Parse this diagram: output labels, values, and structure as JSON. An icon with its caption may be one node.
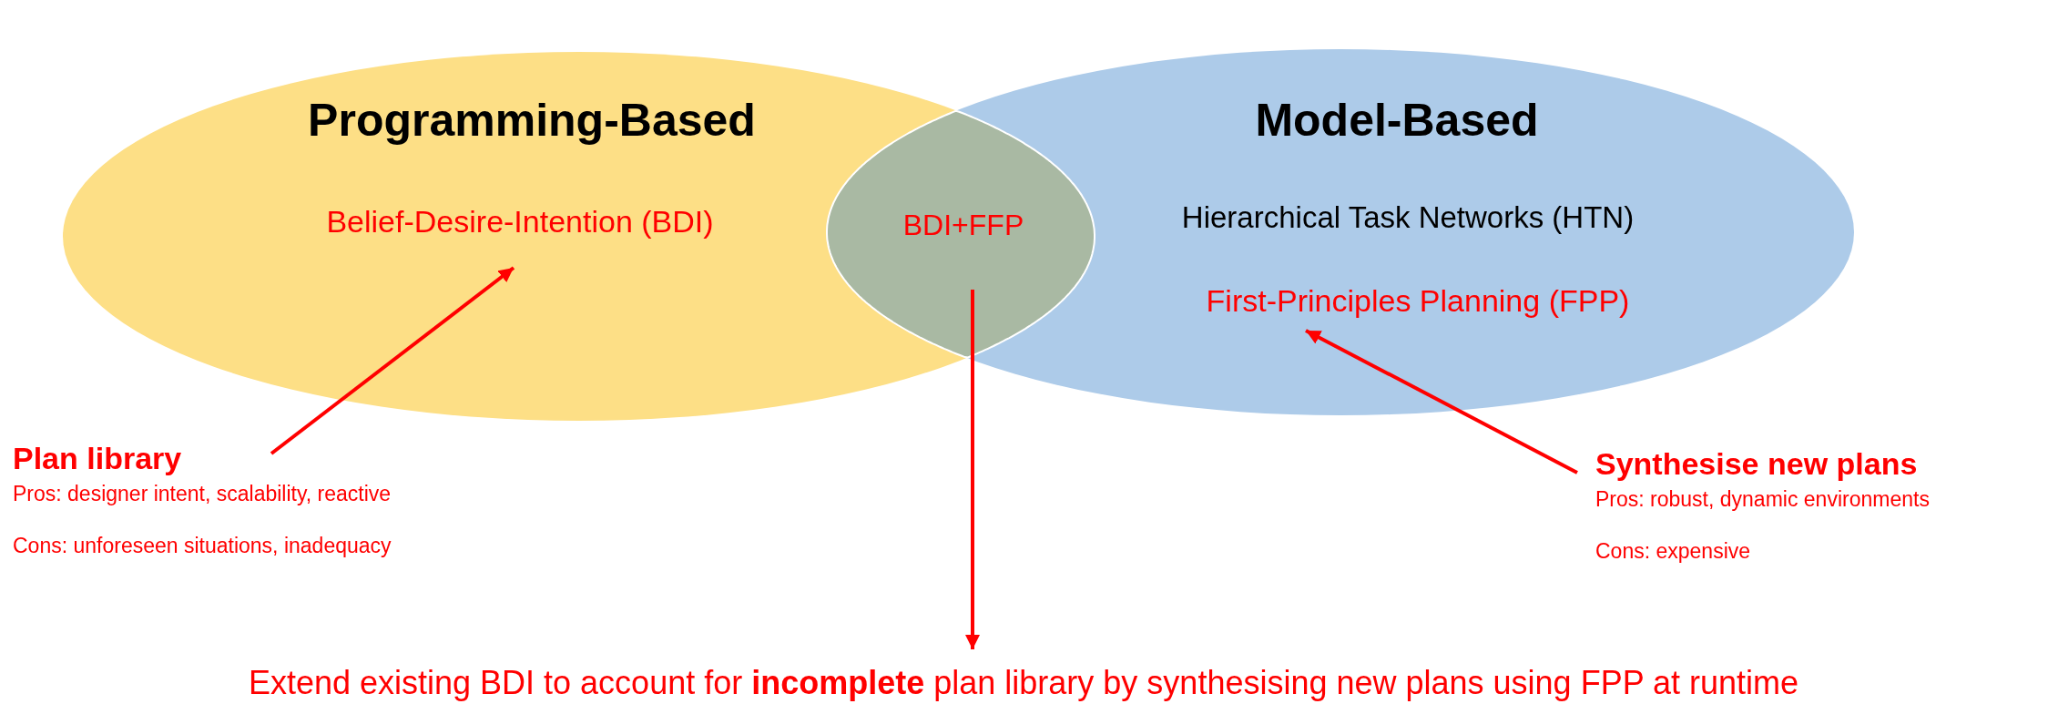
{
  "diagram": {
    "nodes": [
      {
        "text": [
          "Programming-Based"
        ]
      },
      {
        "text": [
          "Belief-Desire-Intention (BDI)"
        ],
        "in": 0
      },
      {
        "text": [
          "Model-Based",
          "Hierarchical Task Networks (HTN)"
        ]
      },
      {
        "text": [
          "First-Principles Planning (FPP)"
        ],
        "in": 2
      },
      {
        "text": [
          "BDI+FFP"
        ]
      },
      {
        "text": [
          "Plan library",
          "Pros: designer intent, scalability, reactive",
          "Cons: unforeseen situations, inadequacy"
        ]
      },
      {
        "text": [
          "Synthesise new plans",
          "Pros: robust, dynamic environments",
          "Cons: expensive"
        ]
      },
      {
        "text": [
          "Extend existing BDI to account for **incomplete** plan library by synthesising new plans using FPP at runtime"
        ]
      }
    ],
    "edges": [
      {
        "from": 5,
        "to": 1,
        "arrow": "to"
      },
      {
        "from": 6,
        "to": 3,
        "arrow": "to"
      },
      {
        "from": 4,
        "to": 7,
        "arrow": "to"
      }
    ]
  }
}
